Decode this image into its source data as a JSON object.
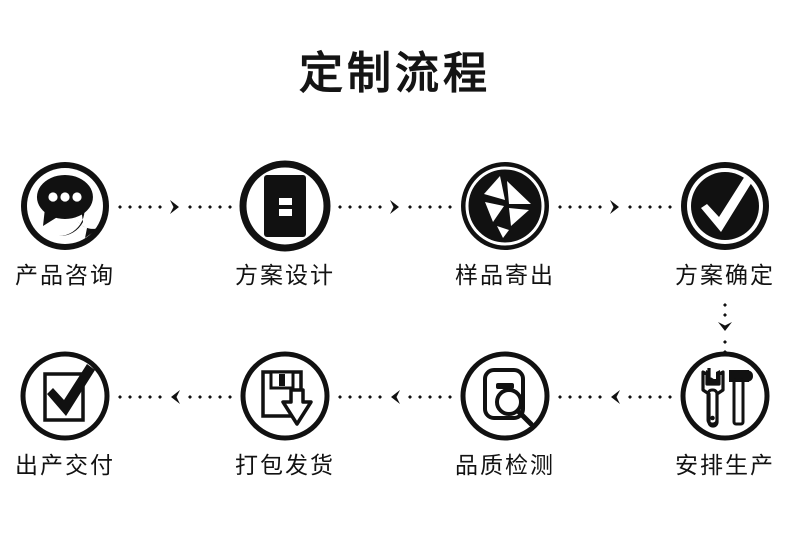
{
  "page": {
    "title": "定制流程",
    "background_color": "#ffffff",
    "ink_color": "#111111"
  },
  "flow": {
    "row1_direction": "left-to-right",
    "row2_direction": "right-to-left",
    "vertical_direction": "top-to-bottom",
    "connector_style": "dotted-with-chevron",
    "steps": [
      {
        "index": 1,
        "label": "产品咨询",
        "icon": "chat-bubbles-icon"
      },
      {
        "index": 2,
        "label": "方案设计",
        "icon": "document-design-icon"
      },
      {
        "index": 3,
        "label": "样品寄出",
        "icon": "airplane-shipping-icon"
      },
      {
        "index": 4,
        "label": "方案确定",
        "icon": "check-circle-icon"
      },
      {
        "index": 5,
        "label": "安排生产",
        "icon": "wrench-hammer-icon"
      },
      {
        "index": 6,
        "label": "品质检测",
        "icon": "document-magnifier-icon"
      },
      {
        "index": 7,
        "label": "打包发货",
        "icon": "package-download-icon"
      },
      {
        "index": 8,
        "label": "出产交付",
        "icon": "checkbox-checked-icon"
      }
    ]
  }
}
